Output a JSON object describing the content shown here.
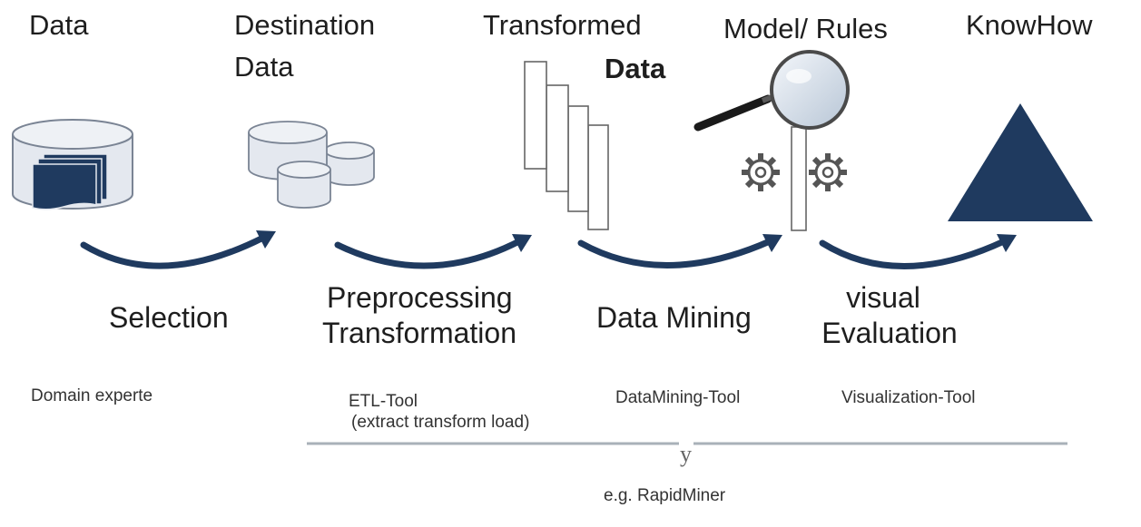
{
  "stages": {
    "data": "Data",
    "destination_line1": "Destination",
    "destination_line2": "Data",
    "transformed_line1": "Transformed",
    "transformed_line2": "Data",
    "model_rules": "Model/ Rules",
    "knowhow": "KnowHow"
  },
  "steps": {
    "selection": "Selection",
    "preprocessing_line1": "Preprocessing",
    "preprocessing_line2": "Transformation",
    "data_mining": "Data Mining",
    "visual_line1": "visual",
    "visual_line2": "Evaluation"
  },
  "tools": {
    "domain": "Domain experte",
    "etl_line1": "ETL-Tool",
    "etl_line2": "(extract transform load)",
    "datamining": "DataMining-Tool",
    "visualization": "Visualization-Tool"
  },
  "brace": {
    "mark": "y",
    "caption": "e.g. RapidMiner"
  },
  "colors": {
    "navy": "#1f3a5f",
    "cylinder_fill": "#e4e8ef",
    "cylinder_stroke": "#7a8494",
    "line_gray": "#a9b1b9"
  }
}
